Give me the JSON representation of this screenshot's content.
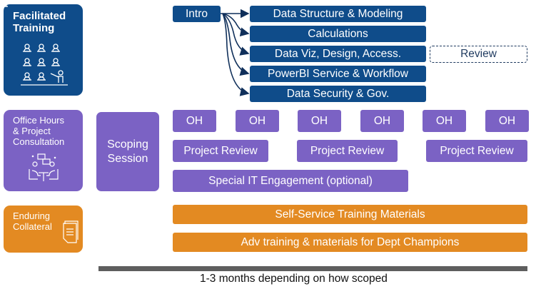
{
  "colors": {
    "training": "#0f4c8a",
    "consult": "#7b62c4",
    "collateral": "#e38a22",
    "timeline": "#5e5e5e"
  },
  "categories": {
    "facilitated": {
      "title_line1": "Facilitated",
      "title_line2": "Training",
      "icon": "classroom-icon"
    },
    "office_hours": {
      "line1": "Office Hours",
      "line2": "& Project",
      "line3": "Consultation",
      "icon": "meeting-icon"
    },
    "enduring": {
      "line1": "Enduring",
      "line2": "Collateral",
      "icon": "document-icon"
    }
  },
  "training": {
    "intro": "Intro",
    "modules": [
      "Data Structure & Modeling",
      "Calculations",
      "Data Viz, Design, Access.",
      "PowerBI Service & Workflow",
      "Data Security & Gov."
    ],
    "review": "Review"
  },
  "consultation": {
    "scoping_line1": "Scoping",
    "scoping_line2": "Session",
    "office_hours": [
      "OH",
      "OH",
      "OH",
      "OH",
      "OH",
      "OH"
    ],
    "project_reviews": [
      "Project Review",
      "Project Review",
      "Project Review"
    ],
    "special": "Special IT Engagement (optional)"
  },
  "collateral": {
    "items": [
      "Self-Service Training Materials",
      "Adv training & materials for Dept Champions"
    ]
  },
  "timeline": {
    "label": "1-3 months depending on how scoped"
  }
}
